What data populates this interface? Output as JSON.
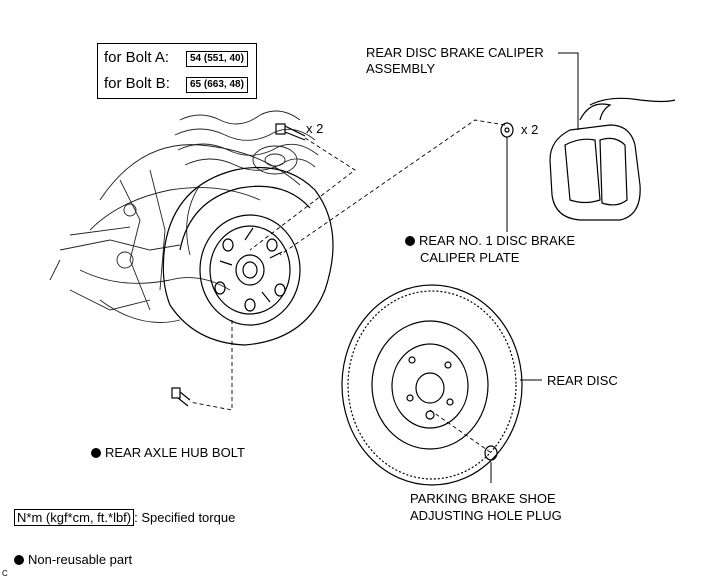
{
  "torque_spec": {
    "bolt_a_label": "for Bolt A:",
    "bolt_a_value": "54 (551, 40)",
    "bolt_b_label": "for Bolt B:",
    "bolt_b_value": "65 (663, 48)"
  },
  "parts": {
    "caliper_assembly_line1": "REAR DISC BRAKE CALIPER",
    "caliper_assembly_line2": "ASSEMBLY",
    "caliper_plate_line1": "REAR NO. 1 DISC BRAKE",
    "caliper_plate_line2": "CALIPER PLATE",
    "rear_disc": "REAR DISC",
    "hub_bolt": "REAR AXLE HUB BOLT",
    "plug_line1": "PARKING BRAKE SHOE",
    "plug_line2": "ADJUSTING HOLE PLUG"
  },
  "quantities": {
    "bolt_qty": "x 2",
    "caliper_plate_qty": "x 2"
  },
  "legend": {
    "torque_unit": "N*m (kgf*cm, ft.*lbf)",
    "torque_desc": ": Specified torque",
    "nonreusable": "Non-reusable part"
  },
  "corner_mark": "C"
}
